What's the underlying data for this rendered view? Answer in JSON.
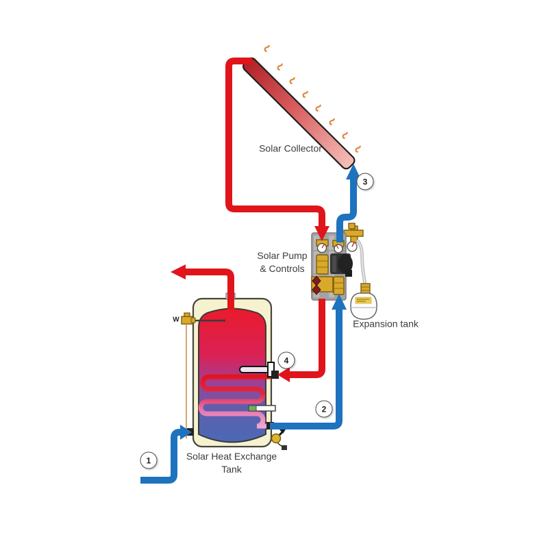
{
  "labels": {
    "solar_collector": "Solar Collector",
    "solar_pump_line1": "Solar Pump",
    "solar_pump_line2": "& Controls",
    "expansion_tank": "Expansion tank",
    "tank_line1": "Solar Heat Exchange",
    "tank_line2": "Tank",
    "relief_valve_mark": "W"
  },
  "markers": [
    {
      "label": "1"
    },
    {
      "label": "2"
    },
    {
      "label": "3"
    },
    {
      "label": "4"
    }
  ],
  "colors": {
    "hot_pipe": "#e0151b",
    "cold_pipe": "#1e73be",
    "flame": "#df8a3d",
    "brass": "#d9a92c",
    "tank_shell": "#f6f1cf",
    "panel_gray": "#a3a3a3",
    "collector_dark": "#b02127",
    "collector_light": "#f6c0ba",
    "tank_gradient_top": "#ea1b2c",
    "tank_gradient_bottom": "#4b69b5"
  }
}
